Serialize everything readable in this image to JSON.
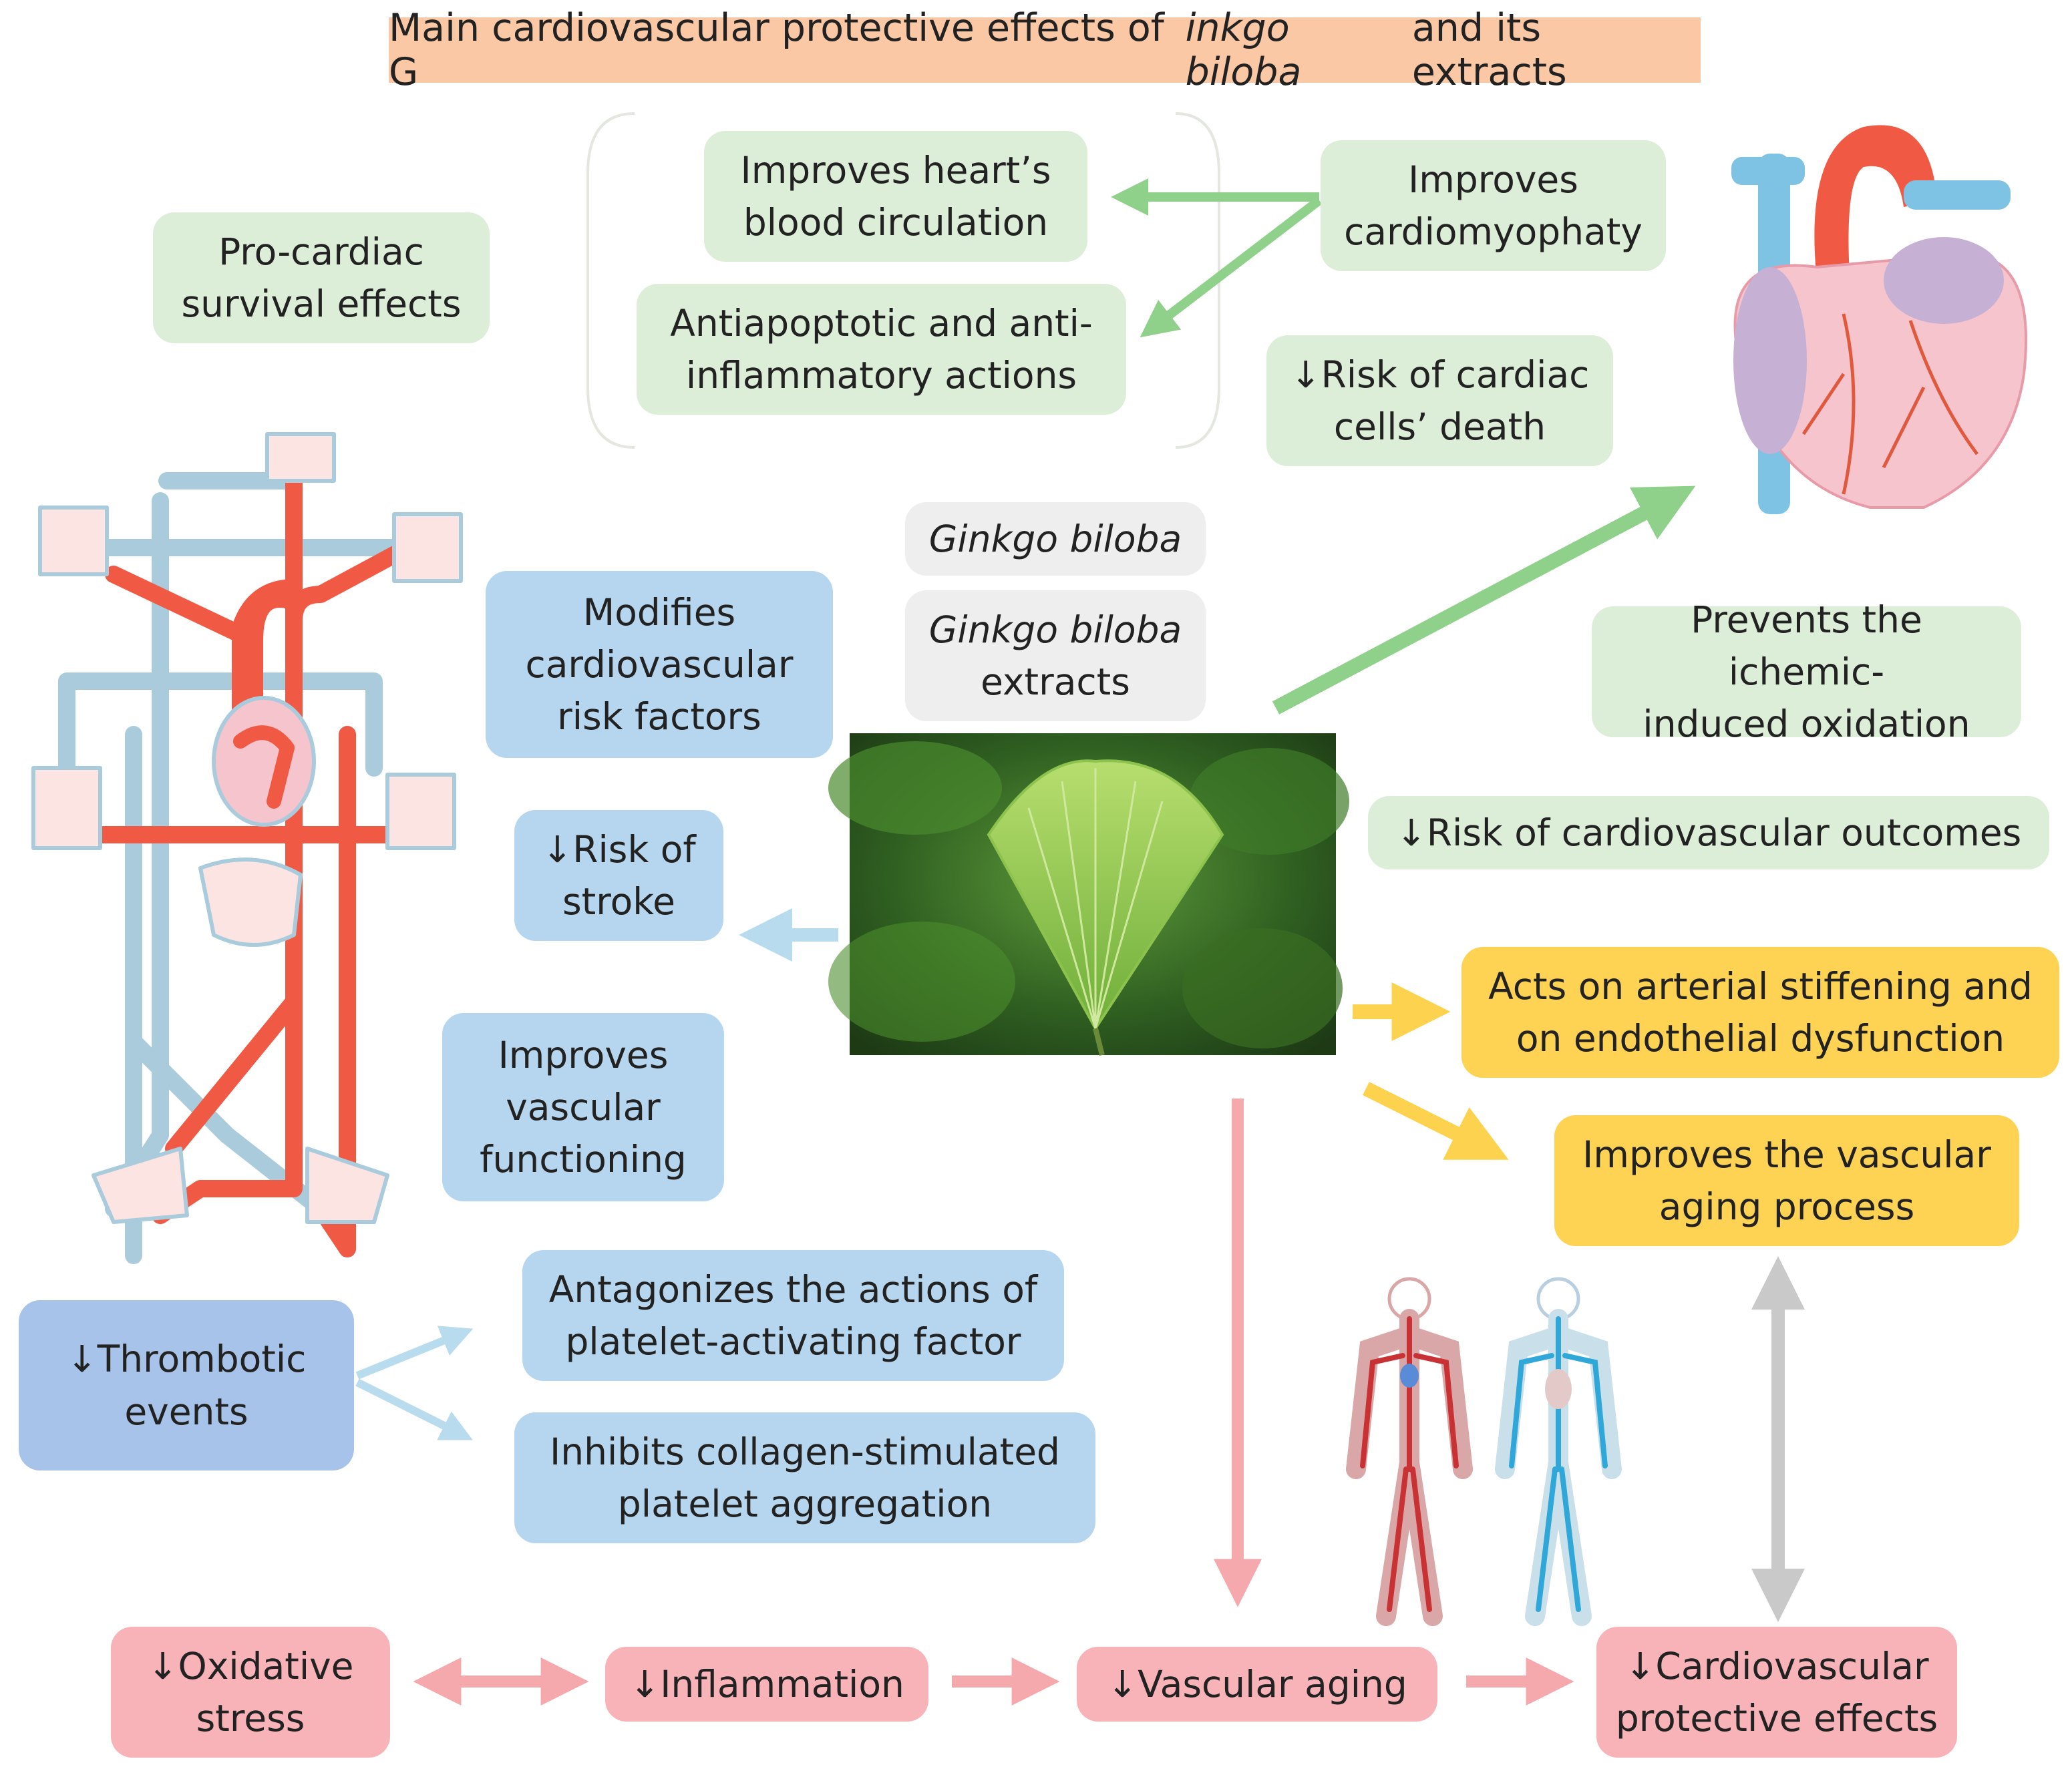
{
  "title": {
    "part1": "Main cardiovascular protective effects of G",
    "italic": "inkgo biloba",
    "part2": " and its extracts"
  },
  "nodes": {
    "pro_cardiac": [
      "Pro-cardiac",
      "survival effects"
    ],
    "improves_heart_circulation": [
      "Improves heart’s",
      "blood circulation"
    ],
    "antiapoptotic": [
      "Antiapoptotic and anti-",
      "inflammatory actions"
    ],
    "improves_cardiomyopathy": [
      "Improves",
      "cardiomyophaty"
    ],
    "risk_cardiac_death": [
      "↓Risk of cardiac",
      "cells’ death"
    ],
    "ginkgo_biloba": "Ginkgo biloba",
    "ginkgo_extracts": [
      "Ginkgo biloba",
      "extracts"
    ],
    "modifies_risk": [
      "Modifies",
      "cardiovascular",
      "risk factors"
    ],
    "prevents_oxidation": [
      "Prevents the ichemic-",
      "induced oxidation"
    ],
    "risk_outcomes": "↓Risk of cardiovascular outcomes",
    "risk_stroke": [
      "↓Risk of",
      "stroke"
    ],
    "arterial_stiffening": [
      "Acts on arterial stiffening and",
      "on endothelial dysfunction"
    ],
    "improves_vascular_functioning": [
      "Improves",
      "vascular",
      "functioning"
    ],
    "vascular_aging_process": [
      "Improves the vascular",
      "aging process"
    ],
    "thrombotic": [
      "↓Thrombotic",
      "events"
    ],
    "antagonizes_paf": [
      "Antagonizes the actions of",
      "platelet-activating factor"
    ],
    "inhibits_collagen": [
      "Inhibits collagen-stimulated",
      "platelet aggregation"
    ],
    "oxidative_stress": [
      "↓Oxidative",
      "stress"
    ],
    "inflammation": "↓Inflammation",
    "vascular_aging": "↓Vascular aging",
    "cardio_protective": [
      "↓Cardiovascular",
      "protective effects"
    ]
  },
  "colors": {
    "green": "#ddeed8",
    "blue": "#b5d6ee",
    "yellow": "#fed253",
    "pink": "#f7b3b8",
    "title_bg": "#fbc8a6",
    "artery_red": "#f05a45",
    "vein_blue": "#a9cbdc"
  },
  "icons": [
    "circulatory-system-icon",
    "heart-icon",
    "ginkgo-leaf-photo",
    "human-body-arteries-icon",
    "human-body-veins-icon"
  ]
}
